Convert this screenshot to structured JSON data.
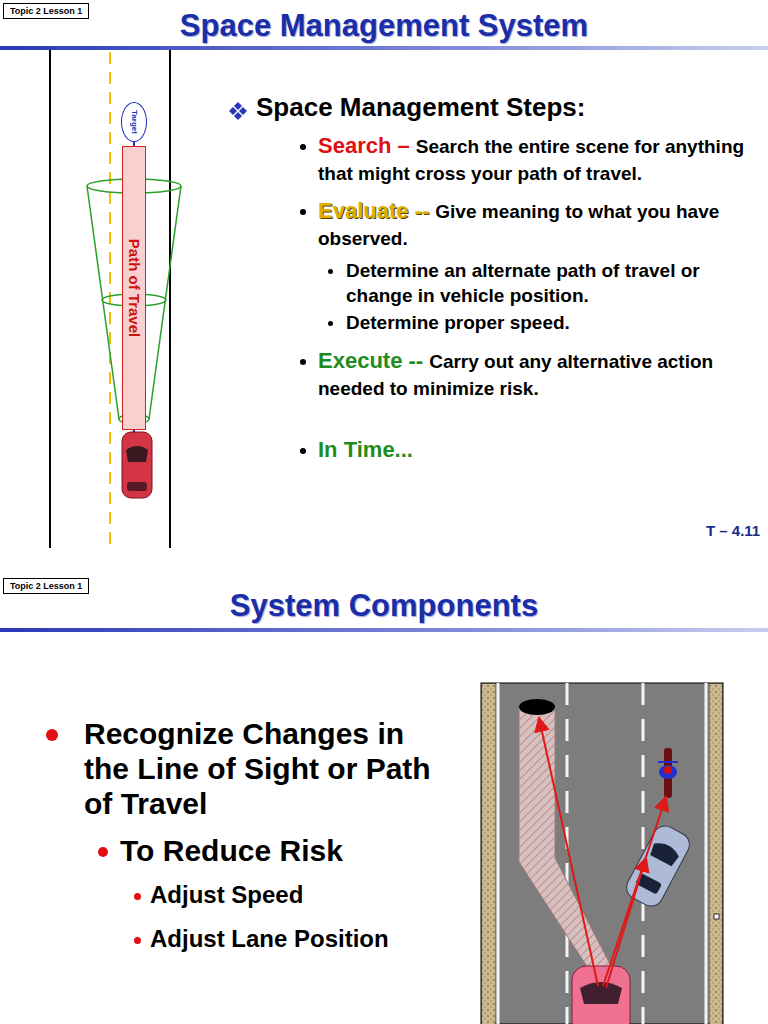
{
  "diagram": {
    "title": "Space Management System",
    "nodes": [
      {
        "text": [
          "Topic 2 Lesson 1"
        ]
      },
      {
        "text": [
          "Target"
        ]
      },
      {
        "text": [
          "Path of Travel"
        ]
      },
      {
        "text": [
          "Topic 2 Lesson 1"
        ]
      }
    ],
    "labels": [
      "Space Management Steps:",
      "Search –",
      "Search the entire scene for anything that might cross your path of travel.",
      "Evaluate --",
      "Give meaning to what you have observed.",
      "Determine an alternate path of travel or change in vehicle position.",
      "Determine proper speed.",
      "Execute --",
      "Carry out any alternative action needed to minimize risk.",
      "In Time...",
      "T – 4.11",
      "System Components",
      "Recognize Changes in the Line of Sight or Path of Travel",
      "To Reduce Risk",
      "Adjust Speed",
      "Adjust Lane Position"
    ]
  }
}
